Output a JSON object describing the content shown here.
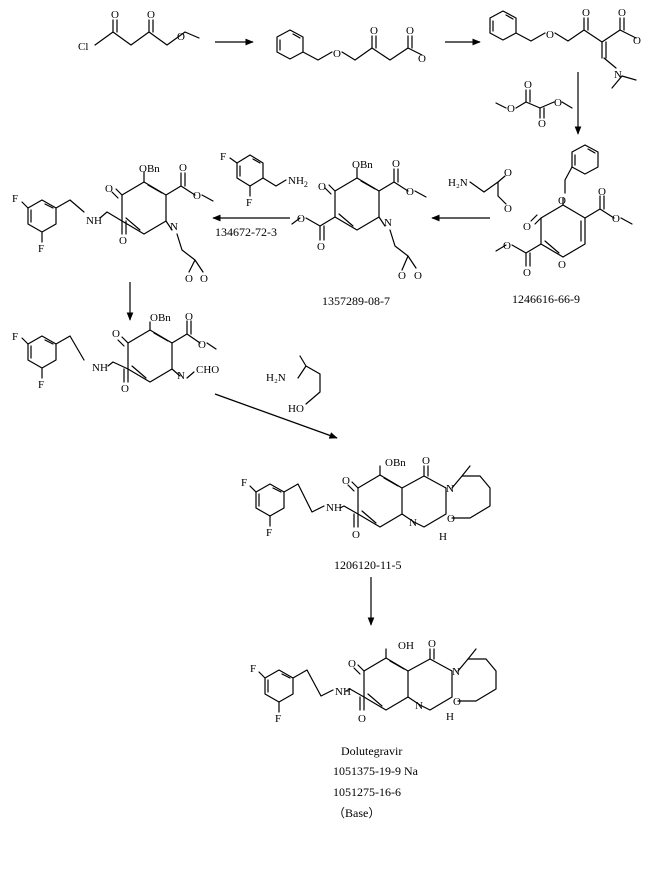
{
  "atoms": {
    "cl": "Cl",
    "o": "O",
    "n": "N",
    "nh": "NH",
    "nh2": "NH",
    "h2n": "H₂N",
    "obn": "OBn",
    "f": "F",
    "cho": "CHO",
    "ho": "HO",
    "oh": "OH",
    "h": "H",
    "sub2": "2"
  },
  "labels": {
    "cas_reagent_amine": "134672-72-3",
    "cas_1357289": "1357289-08-7",
    "cas_1246616": "1246616-66-9",
    "cas_1206120": "1206120-11-5",
    "product_name": "Dolutegravir",
    "product_cas_na": "1051375-19-9 Na",
    "product_cas_base": "1051275-16-6",
    "product_form": "（Base）"
  }
}
